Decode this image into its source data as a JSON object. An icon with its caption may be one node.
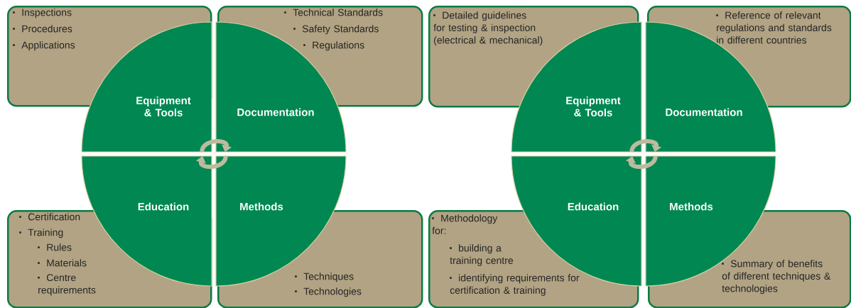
{
  "diagram": {
    "nodes": [
      {
        "text": [
          "Inspections",
          "Procedures",
          "Applications"
        ]
      },
      {
        "text": [
          "Technical Standards",
          "Safety Standards",
          "Regulations"
        ]
      },
      {
        "text": [
          "Equipment & Tools"
        ]
      },
      {
        "text": [
          "Documentation"
        ]
      },
      {
        "text": [
          "Education"
        ]
      },
      {
        "text": [
          "Methods"
        ]
      },
      {
        "text": [
          "Certification",
          "Training",
          "Rules",
          "Materials",
          "Centre requirements"
        ]
      },
      {
        "text": [
          "Techniques",
          "Technologies"
        ]
      },
      {
        "text": [
          "Detailed guidelines for testing & inspection (electrical & mechanical)"
        ]
      },
      {
        "text": [
          "Reference of relevant regulations and standards in different countries"
        ]
      },
      {
        "text": [
          "Equipment & Tools"
        ]
      },
      {
        "text": [
          "Documentation"
        ]
      },
      {
        "text": [
          "Education"
        ]
      },
      {
        "text": [
          "Methods"
        ]
      },
      {
        "text": [
          "Methodology for:",
          "building a training centre",
          "identifying requirements for certification & training"
        ]
      },
      {
        "text": [
          "Summary of benefits of different techniques & technologies"
        ]
      }
    ],
    "edges": [
      {
        "from": 2,
        "to": 3,
        "arrow": "to"
      },
      {
        "from": 5,
        "to": 4,
        "arrow": "to"
      },
      {
        "from": 10,
        "to": 11,
        "arrow": "to"
      },
      {
        "from": 13,
        "to": 12,
        "arrow": "to"
      }
    ]
  }
}
